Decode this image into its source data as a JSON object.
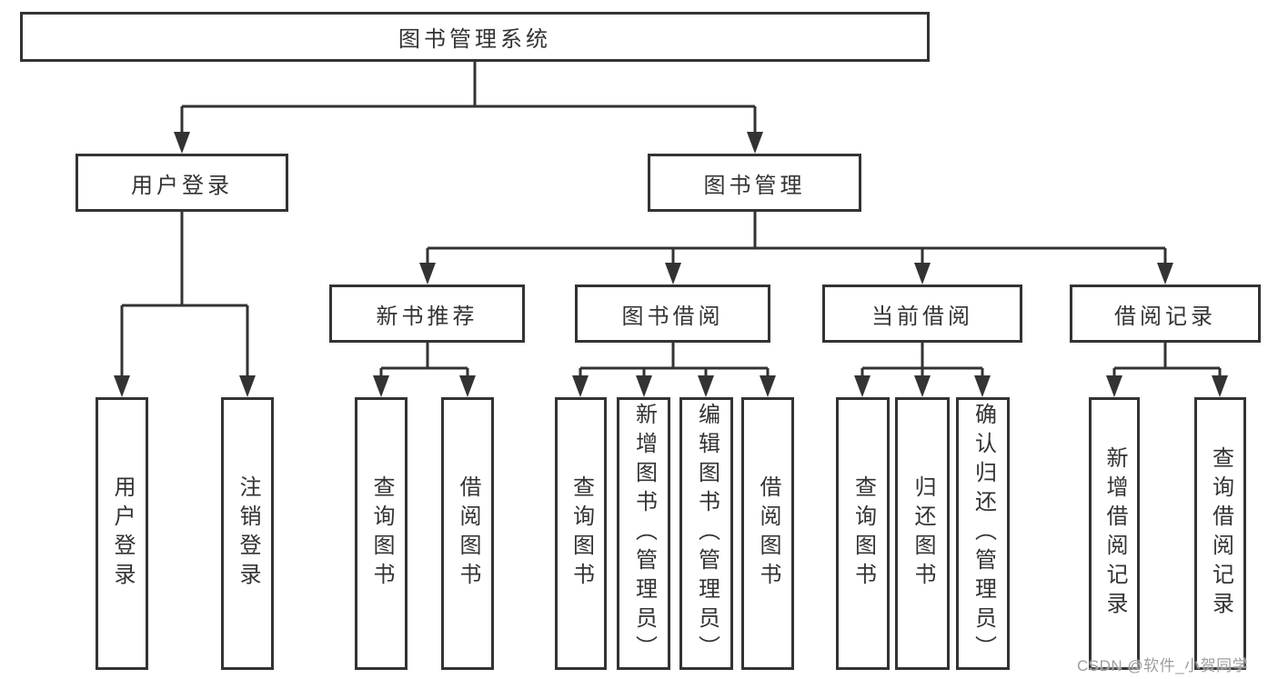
{
  "tree": {
    "root": {
      "label": "图书管理系统"
    },
    "branches": [
      {
        "label": "用户登录",
        "children": [
          {
            "label": "用户登录"
          },
          {
            "label": "注销登录"
          }
        ]
      },
      {
        "label": "图书管理",
        "children": [
          {
            "label": "新书推荐",
            "children": [
              {
                "label": "查询图书"
              },
              {
                "label": "借阅图书"
              }
            ]
          },
          {
            "label": "图书借阅",
            "children": [
              {
                "label": "查询图书"
              },
              {
                "label": "新增图书（管理员）"
              },
              {
                "label": "编辑图书（管理员）"
              },
              {
                "label": "借阅图书"
              }
            ]
          },
          {
            "label": "当前借阅",
            "children": [
              {
                "label": "查询图书"
              },
              {
                "label": "归还图书"
              },
              {
                "label": "确认归还（管理员）"
              }
            ]
          },
          {
            "label": "借阅记录",
            "children": [
              {
                "label": "新增借阅记录"
              },
              {
                "label": "查询借阅记录"
              }
            ]
          }
        ]
      }
    ]
  },
  "watermark": {
    "text": "CSDN @软件_小贺同学"
  },
  "colors": {
    "line": "#333333",
    "box_border": "#333333",
    "box_background": "#ffffff",
    "text": "#333333",
    "watermark": "#9e9e9e"
  }
}
